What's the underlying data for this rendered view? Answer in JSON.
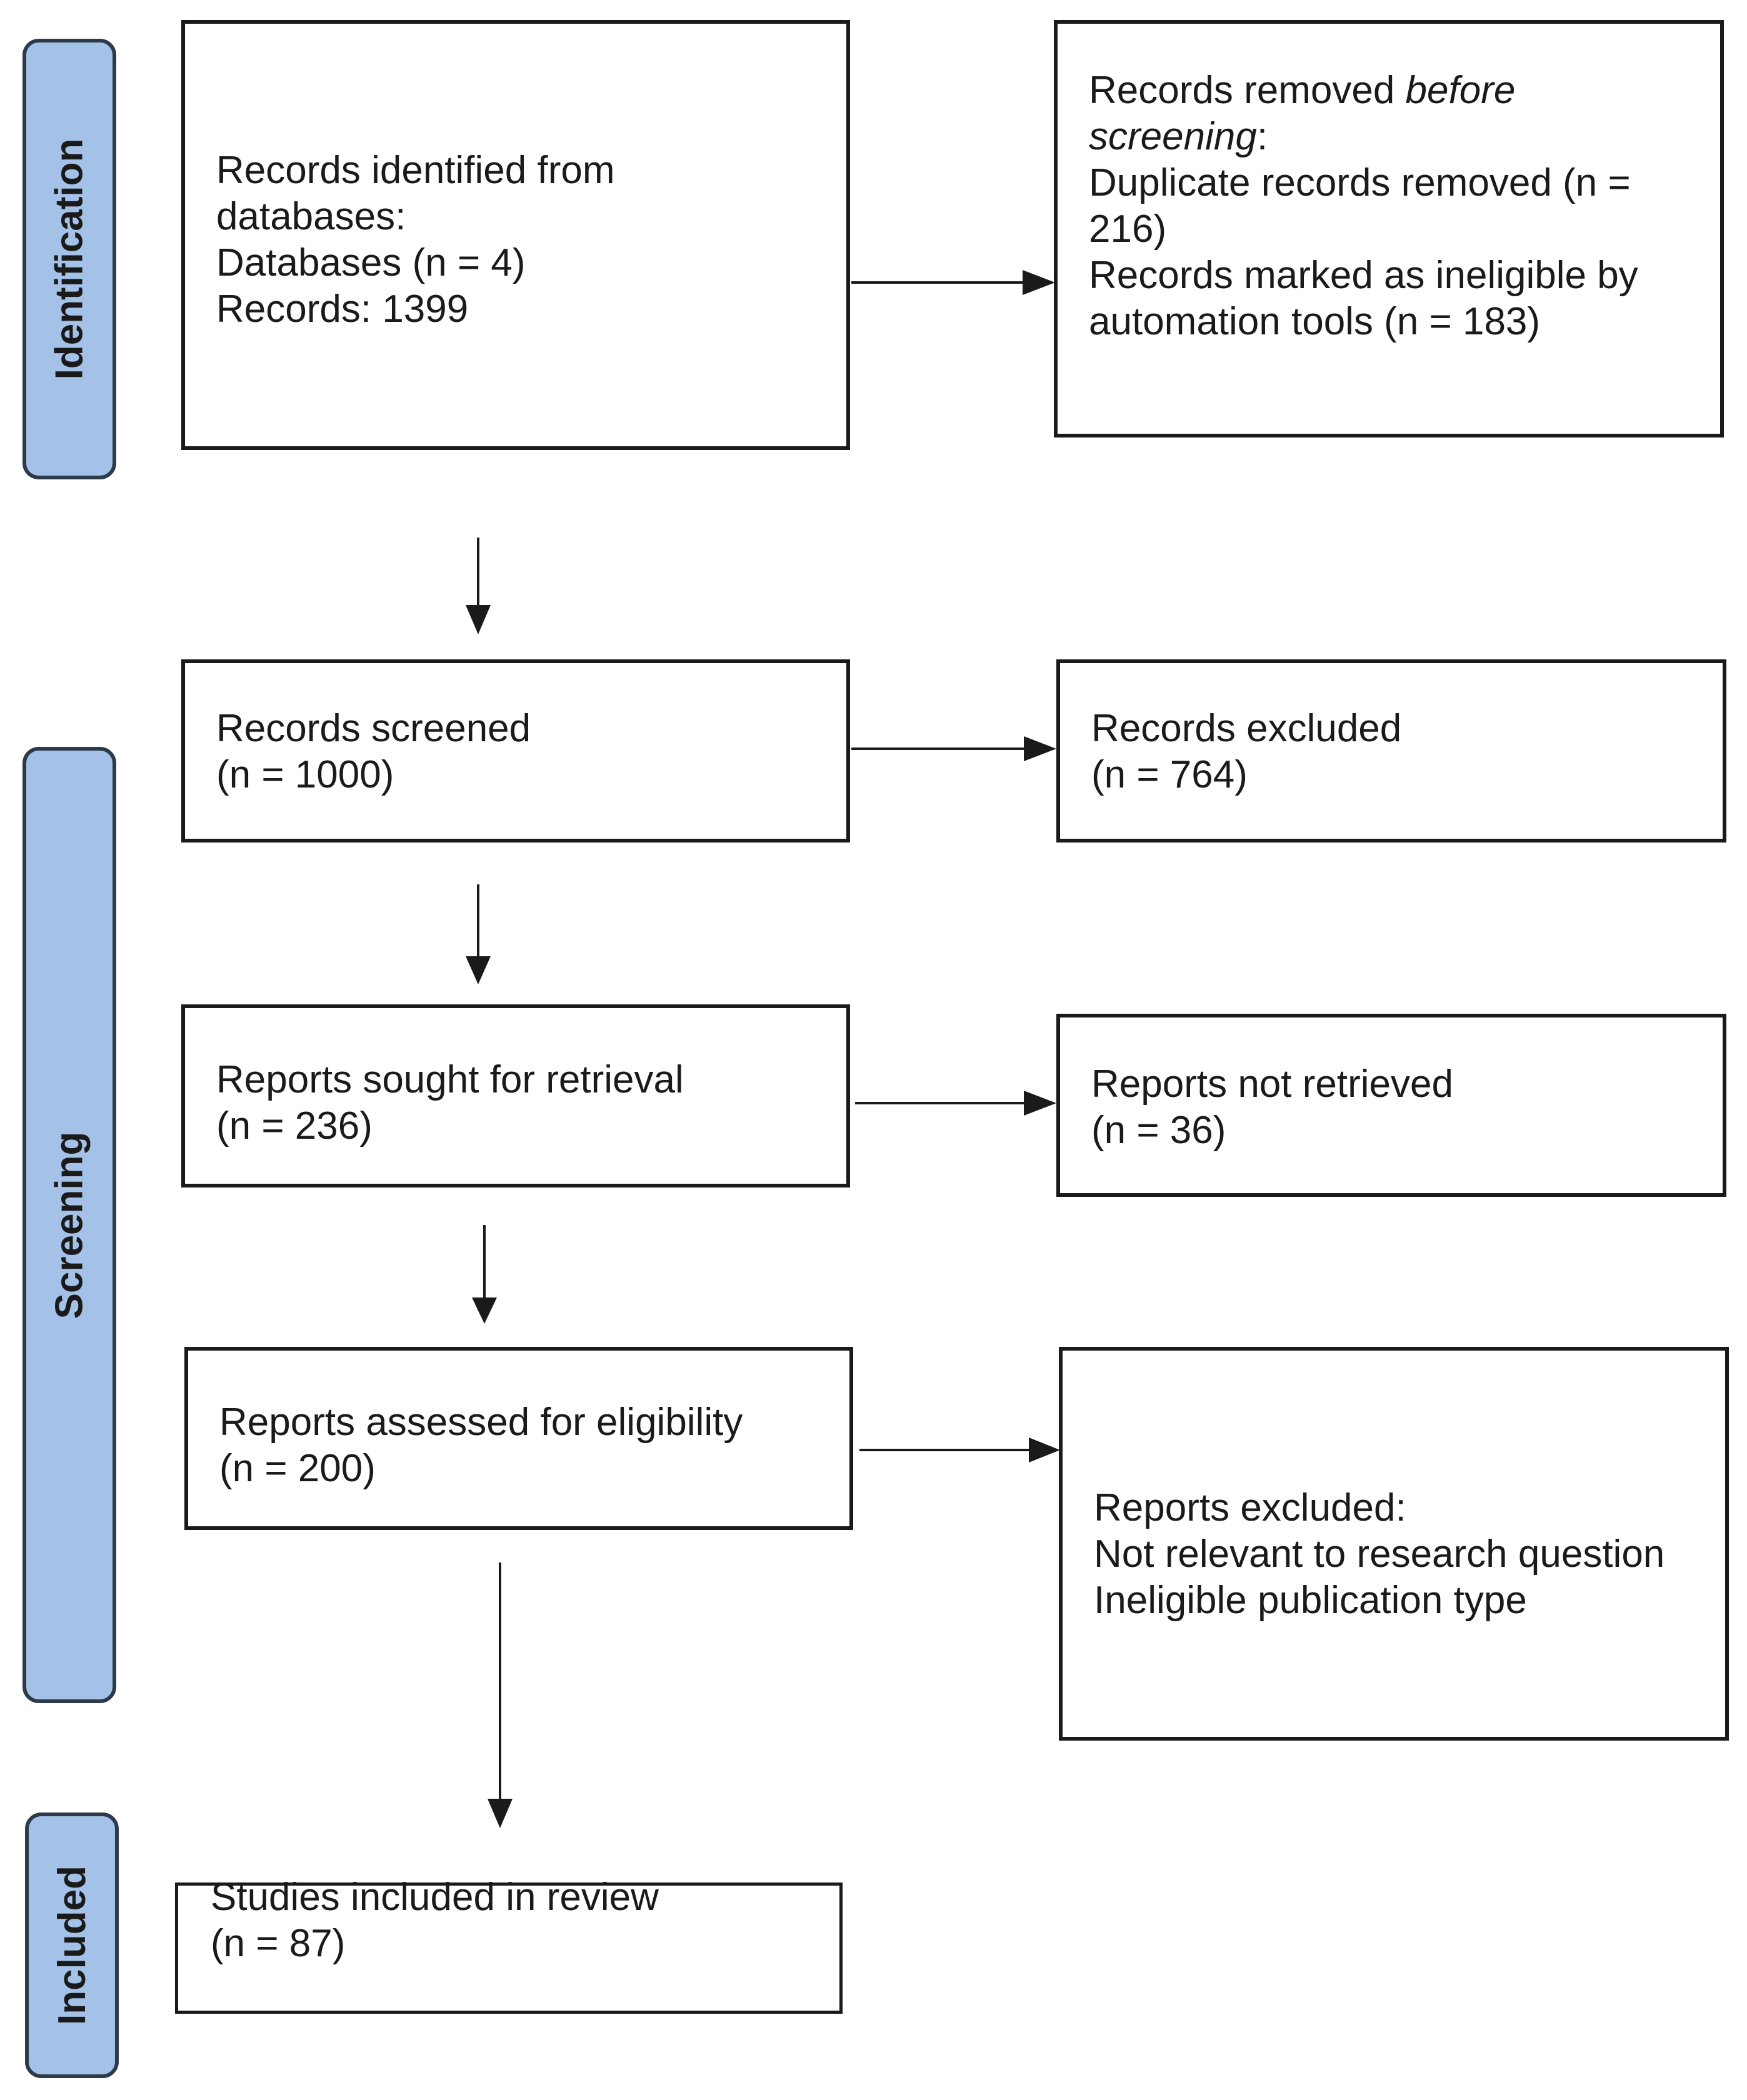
{
  "phases": {
    "identification": "Identification",
    "screening": "Screening",
    "included": "Included"
  },
  "boxes": {
    "identified": {
      "lines": [
        "Records identified from",
        "databases:",
        "Databases (n = 4)",
        "Records: 1399"
      ]
    },
    "removed": {
      "prefix": "Records removed ",
      "italic": "before screening",
      "suffix": ":",
      "lines": [
        "Duplicate records removed (n =",
        "216)",
        "Records marked as ineligible by",
        "automation tools (n =  183)"
      ]
    },
    "screened": {
      "lines": [
        "Records screened",
        "(n = 1000)"
      ]
    },
    "excluded": {
      "lines": [
        "Records excluded",
        "(n = 764)"
      ]
    },
    "sought": {
      "lines": [
        "Reports sought for retrieval",
        "(n = 236)"
      ]
    },
    "not_retrieved": {
      "lines": [
        "Reports not retrieved",
        "(n = 36)"
      ]
    },
    "assessed": {
      "lines": [
        "Reports assessed for eligibility",
        "(n = 200)"
      ]
    },
    "reports_excluded": {
      "lines": [
        "Reports excluded:",
        "Not relevant to research question",
        "Ineligible publication type"
      ]
    },
    "included": {
      "lines": [
        "Studies included in review",
        "(n = 87)"
      ]
    }
  }
}
